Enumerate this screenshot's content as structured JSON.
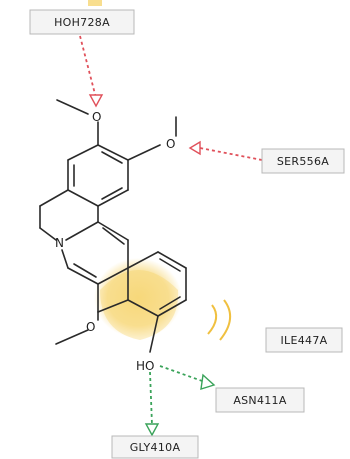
{
  "diagram": {
    "residues": [
      {
        "id": "hoh",
        "label": "HOH728A",
        "interaction": "hbond",
        "color": "#e0505a"
      },
      {
        "id": "ser",
        "label": "SER556A",
        "interaction": "hbond",
        "color": "#e0505a"
      },
      {
        "id": "ile",
        "label": "ILE447A",
        "interaction": "hydrophobic",
        "color": "#f0c040"
      },
      {
        "id": "asn",
        "label": "ASN411A",
        "interaction": "hbond",
        "color": "#3aa35a"
      },
      {
        "id": "gly",
        "label": "GLY410A",
        "interaction": "hbond",
        "color": "#3aa35a"
      }
    ],
    "atoms": {
      "o1": "O",
      "o2": "O",
      "n1": "N",
      "o3": "O",
      "ho": "HO"
    },
    "colors": {
      "hbond_red": "#e0505a",
      "hbond_green": "#3aa35a",
      "hydrophobic": "#f5d060"
    }
  }
}
